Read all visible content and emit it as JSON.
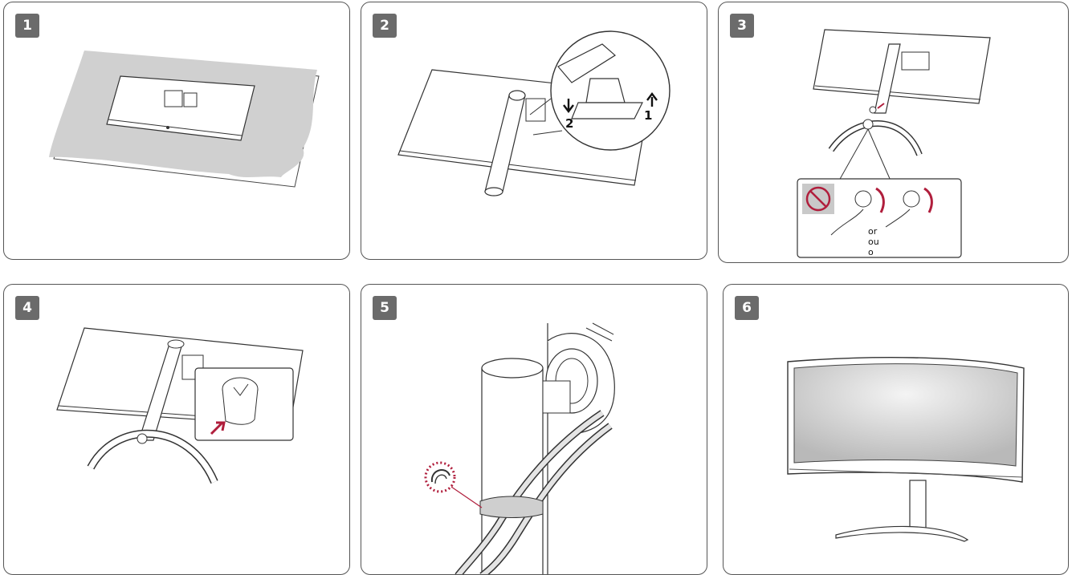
{
  "steps": [
    {
      "number": "1"
    },
    {
      "number": "2",
      "callout_labels": [
        "2",
        "1"
      ]
    },
    {
      "number": "3",
      "alt_label": "or",
      "alt_label_fr": "ou",
      "alt_label_o": "o"
    },
    {
      "number": "4"
    },
    {
      "number": "5"
    },
    {
      "number": "6"
    }
  ],
  "colors": {
    "accent": "#b01e3c",
    "badge": "#6b6b6b",
    "stroke": "#3a3a3a",
    "wrap": "#cfcfcf"
  }
}
